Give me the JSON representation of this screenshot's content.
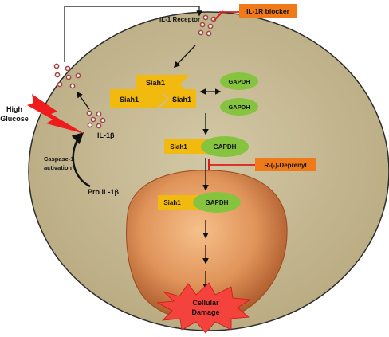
{
  "labels": {
    "il1_receptor": "IL-1 Receptor",
    "il1r_blocker": "IL-1R blocker",
    "siah1": "Siah1",
    "gapdh": "GAPDH",
    "high_glucose_line1": "High",
    "high_glucose_line2": "Glucose",
    "il1b": "IL-1β",
    "caspase_line1": "Caspase-1",
    "caspase_line2": "activation",
    "pro_il1b": "Pro IL-1β",
    "deprenyl": "R-(-)-Deprenyl",
    "damage_line1": "Cellular",
    "damage_line2": "Damage"
  },
  "colors": {
    "cell_fill": "#c8bb95",
    "cell_stroke": "#2c2c2c",
    "nucleus_center": "#f0b07a",
    "nucleus_edge": "#b05a2a",
    "siah1": "#f2b90f",
    "gapdh": "#86c440",
    "blocker_box": "#f07a1a",
    "inhibitor_line": "#d82020",
    "il1b_particle": "#a04848",
    "lightning": "#ee1c1c",
    "damage_star": "#f4433c"
  },
  "icons": {
    "high_glucose": "lightning-bolt-icon",
    "damage": "burst-star-icon"
  }
}
